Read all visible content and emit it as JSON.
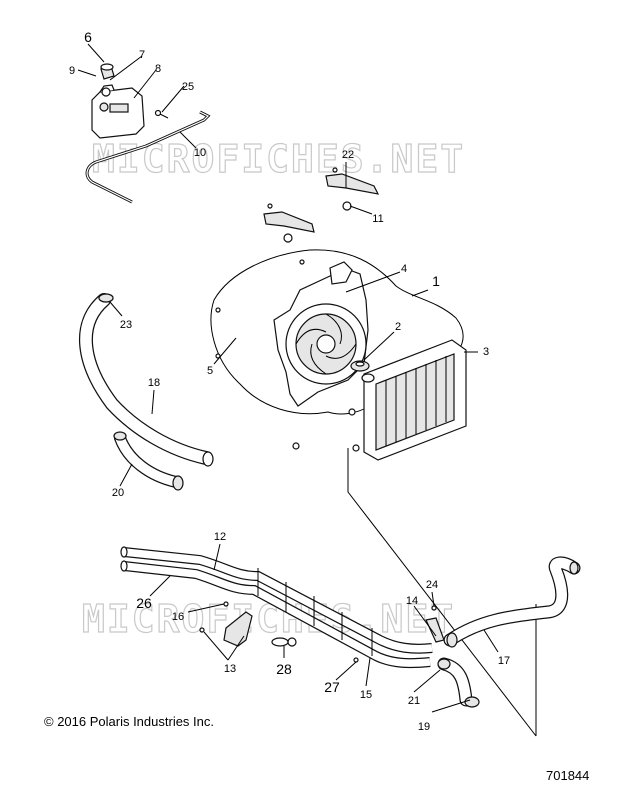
{
  "watermark": "MICROFICHES.NET",
  "copyright": "© 2016 Polaris Industries Inc.",
  "drawing_number": "701844",
  "callouts": [
    {
      "id": "c1",
      "label": "1"
    },
    {
      "id": "c2",
      "label": "2"
    },
    {
      "id": "c3",
      "label": "3"
    },
    {
      "id": "c4",
      "label": "4"
    },
    {
      "id": "c5",
      "label": "5"
    },
    {
      "id": "c6",
      "label": "6"
    },
    {
      "id": "c7",
      "label": "7"
    },
    {
      "id": "c8",
      "label": "8"
    },
    {
      "id": "c9",
      "label": "9"
    },
    {
      "id": "c10",
      "label": "10"
    },
    {
      "id": "c11",
      "label": "11"
    },
    {
      "id": "c12",
      "label": "12"
    },
    {
      "id": "c13",
      "label": "13"
    },
    {
      "id": "c14",
      "label": "14"
    },
    {
      "id": "c15",
      "label": "15"
    },
    {
      "id": "c16",
      "label": "16"
    },
    {
      "id": "c17",
      "label": "17"
    },
    {
      "id": "c18",
      "label": "18"
    },
    {
      "id": "c19",
      "label": "19"
    },
    {
      "id": "c20",
      "label": "20"
    },
    {
      "id": "c21",
      "label": "21"
    },
    {
      "id": "c22",
      "label": "22"
    },
    {
      "id": "c23",
      "label": "23"
    },
    {
      "id": "c24",
      "label": "24"
    },
    {
      "id": "c25",
      "label": "25"
    },
    {
      "id": "c26",
      "label": "26"
    },
    {
      "id": "c27",
      "label": "27"
    },
    {
      "id": "c28",
      "label": "28"
    }
  ]
}
